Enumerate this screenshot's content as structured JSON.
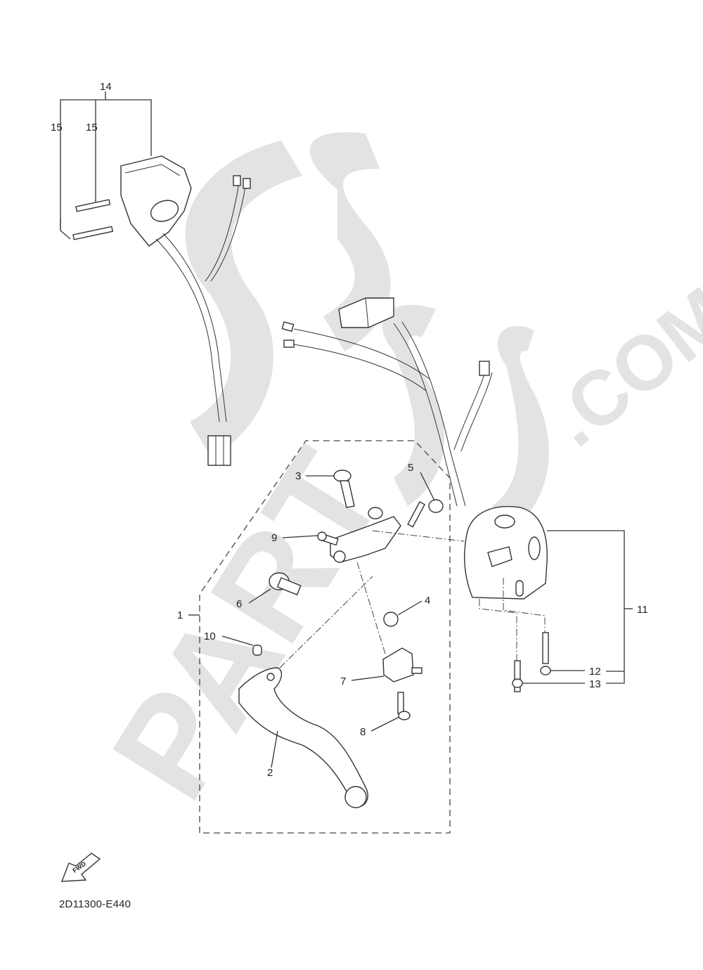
{
  "diagram": {
    "type": "exploded-parts-diagram",
    "subject": "Handle switch and lever assembly",
    "diagram_code": "2D11300-E440",
    "fwd_indicator": "FWD",
    "watermark": "PARTSSS.COM",
    "callouts": [
      {
        "id": "1",
        "text": "1"
      },
      {
        "id": "2",
        "text": "2"
      },
      {
        "id": "3",
        "text": "3"
      },
      {
        "id": "4",
        "text": "4"
      },
      {
        "id": "5",
        "text": "5"
      },
      {
        "id": "6",
        "text": "6"
      },
      {
        "id": "7",
        "text": "7"
      },
      {
        "id": "8",
        "text": "8"
      },
      {
        "id": "9",
        "text": "9"
      },
      {
        "id": "10",
        "text": "10"
      },
      {
        "id": "11",
        "text": "11"
      },
      {
        "id": "12",
        "text": "12"
      },
      {
        "id": "13",
        "text": "13"
      },
      {
        "id": "14",
        "text": "14"
      },
      {
        "id": "15a",
        "text": "15"
      },
      {
        "id": "15b",
        "text": "15"
      }
    ],
    "groups": [
      {
        "parent": "14",
        "children": [
          "15",
          "15"
        ],
        "label": "Left handle switch with screws"
      },
      {
        "parent": "11",
        "children": [
          "12",
          "13"
        ],
        "label": "Right handle switch with screws"
      },
      {
        "parent": "1",
        "children": [
          "2",
          "3",
          "4",
          "5",
          "6",
          "7",
          "8",
          "9",
          "10"
        ],
        "label": "Lever holder assembly (dashed box)"
      }
    ]
  }
}
